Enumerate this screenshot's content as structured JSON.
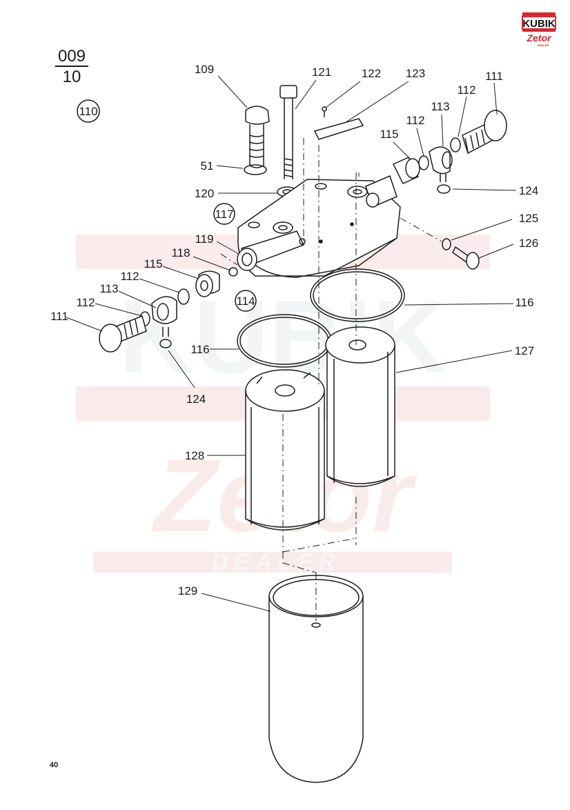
{
  "header": {
    "group_top": "009",
    "group_bottom": "10",
    "assembly_ref": "110"
  },
  "logo": {
    "brand": "KUBIK",
    "sub": "Zetor",
    "tag": "DEALER"
  },
  "watermark": {
    "brand": "KUBIK",
    "sub": "Zetor",
    "tag": "DEALER"
  },
  "circled_refs": [
    "117",
    "114"
  ],
  "callouts": {
    "c109": "109",
    "c121": "121",
    "c122": "122",
    "c123": "123",
    "c111_r": "111",
    "c112_r1": "112",
    "c113_r": "113",
    "c112_r2": "112",
    "c115_r": "115",
    "c51": "51",
    "c120": "120",
    "c124_r": "124",
    "c125": "125",
    "c126": "126",
    "c119": "119",
    "c118": "118",
    "c115_l": "115",
    "c112_l1": "112",
    "c113_l": "113",
    "c112_l2": "112",
    "c111_l": "111",
    "c116_r": "116",
    "c116_l": "116",
    "c127": "127",
    "c124_l": "124",
    "c128": "128",
    "c129": "129"
  },
  "footer": {
    "page_number": "40"
  },
  "colors": {
    "ink": "#1a1a1a",
    "brand_red": "#d8262e",
    "watermark": "#f6dcdc"
  }
}
